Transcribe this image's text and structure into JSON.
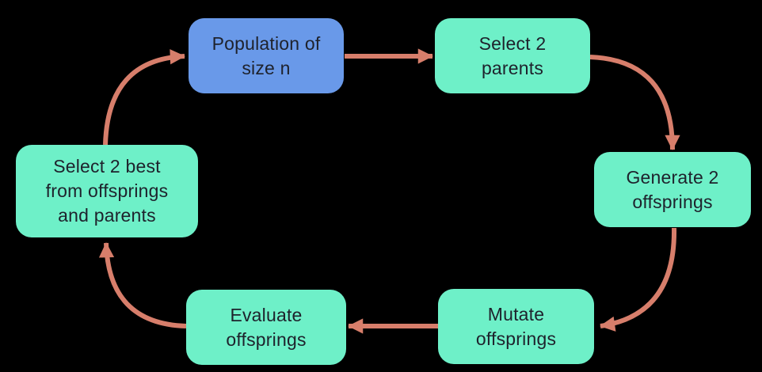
{
  "diagram": {
    "description": "Genetic algorithm cycle diagram",
    "background": "#000000"
  },
  "colors": {
    "node_green": "#6ef0c8",
    "node_blue": "#6999e9",
    "arrow": "#d77e6b",
    "text": "#1e222c"
  },
  "nodes": {
    "population": {
      "label": "Population of\nsize n",
      "variant": "blue"
    },
    "select_parents": {
      "label": "Select 2\nparents",
      "variant": "green"
    },
    "generate_offsprings": {
      "label": "Generate 2\noffsprings",
      "variant": "green"
    },
    "mutate_offsprings": {
      "label": "Mutate\noffsprings",
      "variant": "green"
    },
    "evaluate_offsprings": {
      "label": "Evaluate\noffsprings",
      "variant": "green"
    },
    "select_best": {
      "label": "Select 2 best\nfrom offsprings\nand parents",
      "variant": "green"
    }
  },
  "edges": [
    {
      "from": "population",
      "to": "select_parents"
    },
    {
      "from": "select_parents",
      "to": "generate_offsprings"
    },
    {
      "from": "generate_offsprings",
      "to": "mutate_offsprings"
    },
    {
      "from": "mutate_offsprings",
      "to": "evaluate_offsprings"
    },
    {
      "from": "evaluate_offsprings",
      "to": "select_best"
    },
    {
      "from": "select_best",
      "to": "population"
    }
  ]
}
